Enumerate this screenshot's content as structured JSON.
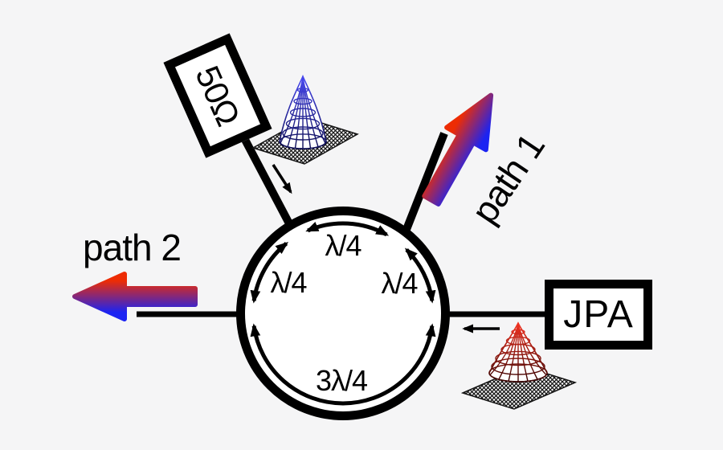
{
  "diagram": {
    "background_color": "#f5f5f6",
    "line_color": "#000000",
    "labels": {
      "resistor": "50Ω",
      "jpa": "JPA",
      "path1": "path 1",
      "path2": "path 2"
    },
    "ring_segments": {
      "top": "λ/4",
      "left": "λ/4",
      "right": "λ/4",
      "bottom": "3λ/4"
    },
    "colors": {
      "arrow_red": "#ed2c04",
      "arrow_blue": "#1b23f2",
      "bell_blue_top": "#4646ec",
      "bell_blue_bottom": "#0a0a4a",
      "bell_red_top": "#ee3120",
      "bell_red_bottom": "#2d0000",
      "mesh_base": "#161616"
    }
  }
}
